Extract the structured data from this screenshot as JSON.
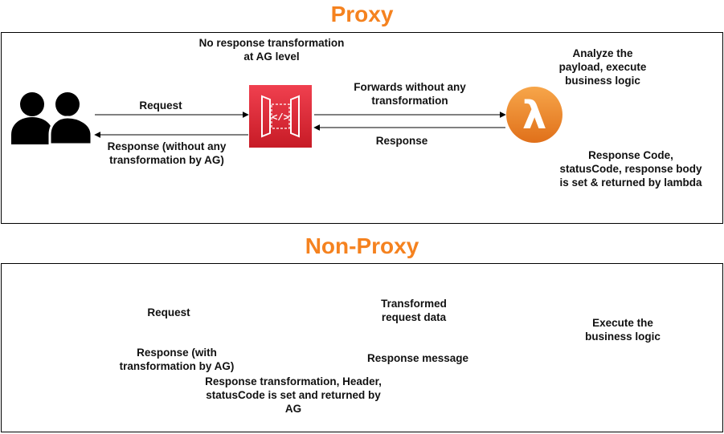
{
  "colors": {
    "title_orange": "#f5821f",
    "api_gateway_top": "#f0404f",
    "api_gateway_bottom": "#c71b26",
    "lambda_top": "#f7a64a",
    "lambda_bottom": "#e0701a",
    "line": "#000000",
    "people": "#000000"
  },
  "proxy": {
    "title": "Proxy",
    "ag_note": "No response transformation\nat AG level",
    "request_label": "Request",
    "response_label": "Response (without any\ntransformation by AG)",
    "forward_label": "Forwards without any\ntransformation",
    "lambda_response_label": "Response",
    "lambda_note": "Analyze the\npayload, execute\nbusiness logic",
    "lambda_return_note": "Response Code,\nstatusCode, response body\nis set & returned by lambda",
    "users_icon": "users-icon",
    "gateway_icon": "api-gateway-icon",
    "lambda_icon": "lambda-icon"
  },
  "non_proxy": {
    "title": "Non-Proxy",
    "request_label": "Request",
    "response_label": "Response (with\ntransformation by AG)",
    "forward_label": "Transformed\nrequest data",
    "lambda_response_label": "Response message",
    "lambda_note": "Execute the\nbusiness logic",
    "ag_note": "Response transformation, Header,\nstatusCode is set and returned by\nAG",
    "users_icon": "users-icon",
    "gateway_icon": "api-gateway-icon",
    "lambda_icon": "lambda-icon"
  }
}
